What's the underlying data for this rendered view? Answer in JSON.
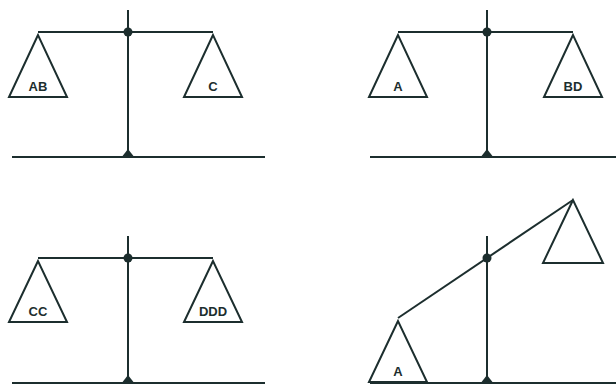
{
  "diagram": {
    "nodes": [
      {
        "text": [
          "AB"
        ]
      },
      {
        "text": [
          "C"
        ]
      },
      {
        "text": [
          "A"
        ]
      },
      {
        "text": [
          "BD"
        ]
      },
      {
        "text": [
          "CC"
        ]
      },
      {
        "text": [
          "DDD"
        ]
      },
      {
        "text": [
          "A"
        ]
      }
    ]
  }
}
